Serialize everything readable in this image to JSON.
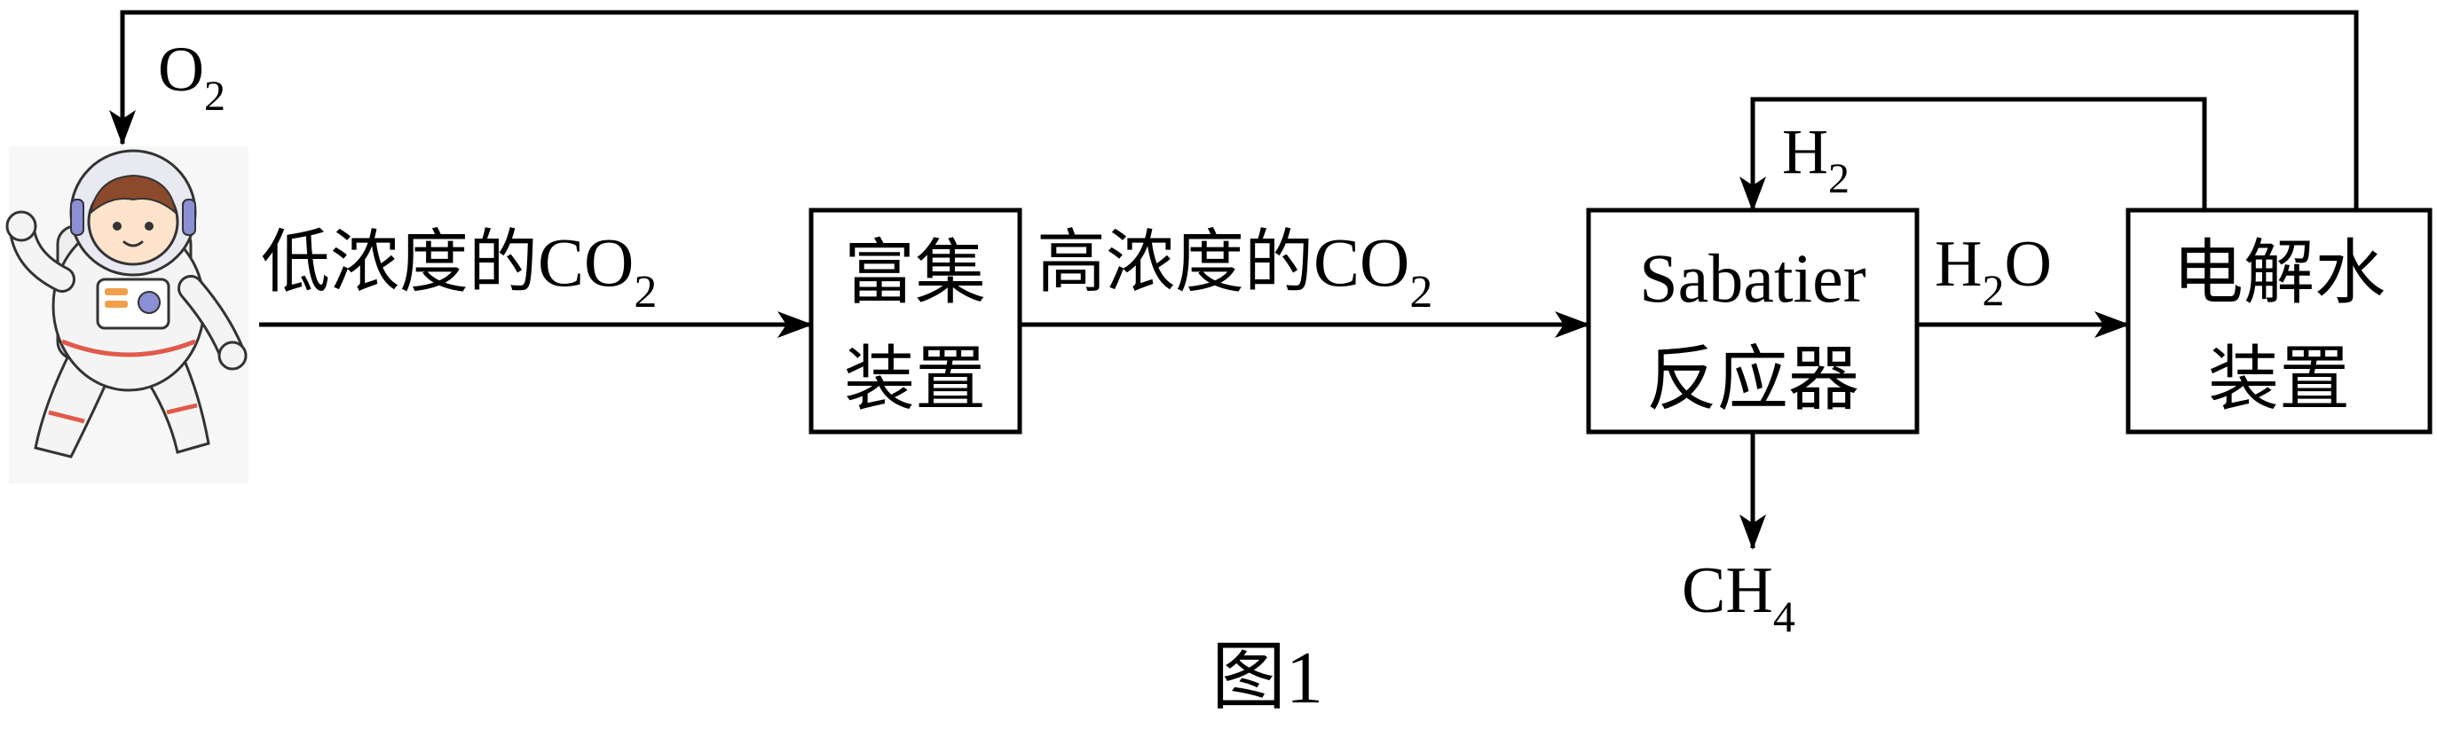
{
  "colors": {
    "stroke": "#000000",
    "suit": "#f4f4f4",
    "suit_outline": "#333333",
    "helmet": "#e9e9f2",
    "skin": "#fde3cc",
    "hair": "#8b4a2b",
    "accent_red": "#e05a4a",
    "accent_orange": "#f0a04a",
    "accent_blue": "#8a8fd6"
  },
  "labels": {
    "o2_main": "O",
    "o2_sub": "2",
    "low_co2_text": "低浓度的CO",
    "low_co2_sub": "2",
    "high_co2_text": "高浓度的CO",
    "high_co2_sub": "2",
    "h2_main": "H",
    "h2_sub": "2",
    "h2o_h": "H",
    "h2o_sub": "2",
    "h2o_o": "O",
    "ch4_main": "CH",
    "ch4_sub": "4",
    "caption": "图1"
  },
  "boxes": {
    "enrich": {
      "line1": "富集",
      "line2": "装置"
    },
    "sabatier": {
      "line1": "Sabatier",
      "line2": "反应器"
    },
    "electrolysis": {
      "line1": "电解水",
      "line2": "装置"
    }
  },
  "icons": {
    "astronaut": "astronaut-icon"
  }
}
